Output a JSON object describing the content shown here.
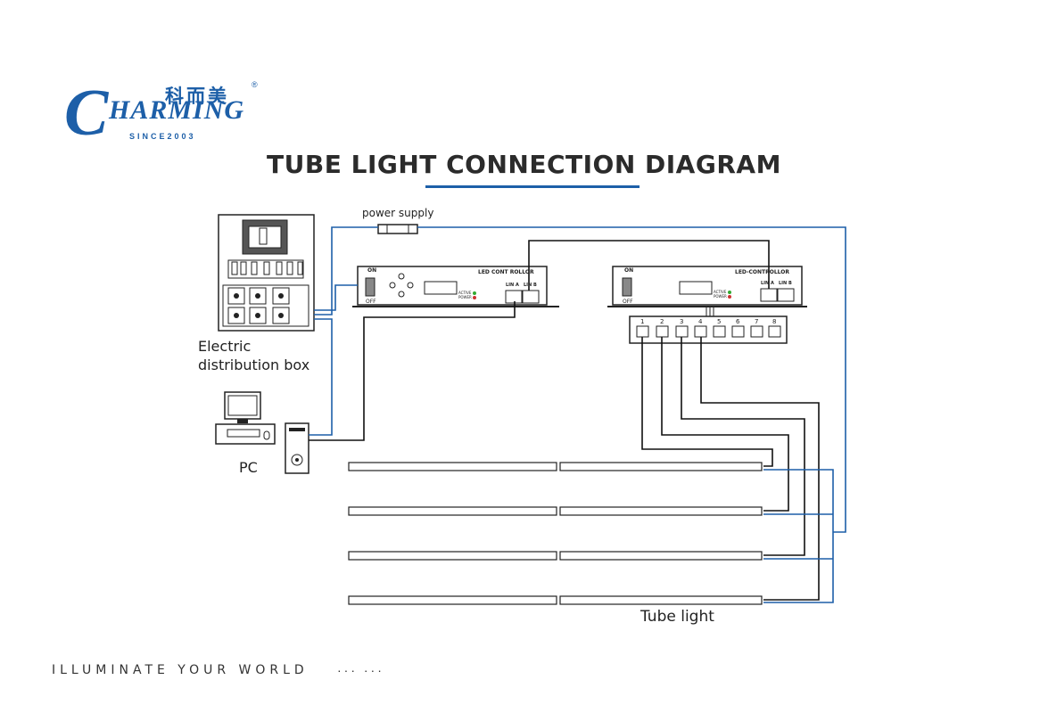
{
  "logo": {
    "letter": "C",
    "word": "HARMING",
    "chinese": "科而美",
    "registered": "®",
    "since": "SINCE2003"
  },
  "title": "TUBE LIGHT CONNECTION DIAGRAM",
  "footer": {
    "tagline": "ILLUMINATE YOUR WORLD",
    "dots": "··· ···"
  },
  "labels": {
    "power_supply": "power supply",
    "distribution_box": "Electric\ndistribution box",
    "pc": "PC",
    "tube_light": "Tube light"
  },
  "controller_left": {
    "title": "LED CONT ROLLOR",
    "on": "ON",
    "off": "OFF",
    "active": "ACTIVE",
    "power": "POWER",
    "port_a": "LIN A",
    "port_b": "LIN B"
  },
  "controller_right": {
    "title": "LED-CONTROLLOR",
    "on": "ON",
    "off": "OFF",
    "active": "ACTIVE",
    "power": "POWER",
    "port_a": "LIN A",
    "port_b": "LIN B"
  },
  "splitter_ports": [
    "1",
    "2",
    "3",
    "4",
    "5",
    "6",
    "7",
    "8"
  ],
  "colors": {
    "brand": "#1d5fa8",
    "data_wire": "#111111",
    "power_wire": "#1d5fa8"
  }
}
